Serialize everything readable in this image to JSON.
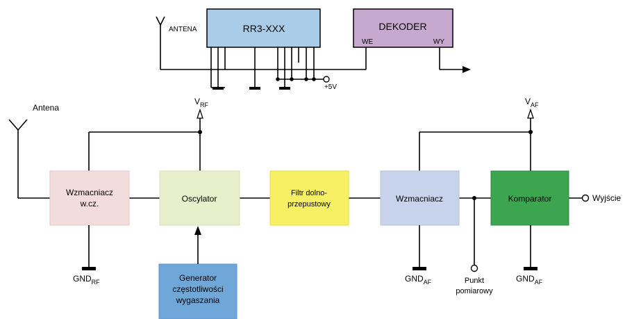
{
  "top": {
    "antenna_label": "ANTENA",
    "module_label": "RR3-XXX",
    "decoder_label": "DEKODER",
    "decoder_in": "WE",
    "decoder_out": "WY",
    "supply_label": "+5V",
    "colors": {
      "module": "#a9cde9",
      "decoder": "#c7a8cf"
    }
  },
  "main": {
    "antenna_label": "Antena",
    "vrf": {
      "base": "V",
      "sub": "RF"
    },
    "vaf": {
      "base": "V",
      "sub": "AF"
    },
    "blocks": {
      "rf_amp": {
        "line1": "Wzmacniacz",
        "line2": "w.cz.",
        "color": "#f3dcdc"
      },
      "oscillator": {
        "line1": "Oscylator",
        "color": "#e8efcb"
      },
      "lowpass": {
        "line1": "Filtr dolno-",
        "line2": "przepustowy",
        "color": "#f7f064"
      },
      "af_amp": {
        "line1": "Wzmacniacz",
        "color": "#c6d3ea"
      },
      "comparator": {
        "line1": "Komparator",
        "color": "#3ca550"
      },
      "quench": {
        "line1": "Generator",
        "line2": "częstotliwości",
        "line3": "wygaszania",
        "color": "#6fa8d8"
      }
    },
    "gnd_rf": {
      "base": "GND",
      "sub": "RF"
    },
    "gnd_af": {
      "base": "GND",
      "sub": "AF"
    },
    "test_point": {
      "line1": "Punkt",
      "line2": "pomiarowy"
    },
    "output_label": "Wyjście"
  }
}
